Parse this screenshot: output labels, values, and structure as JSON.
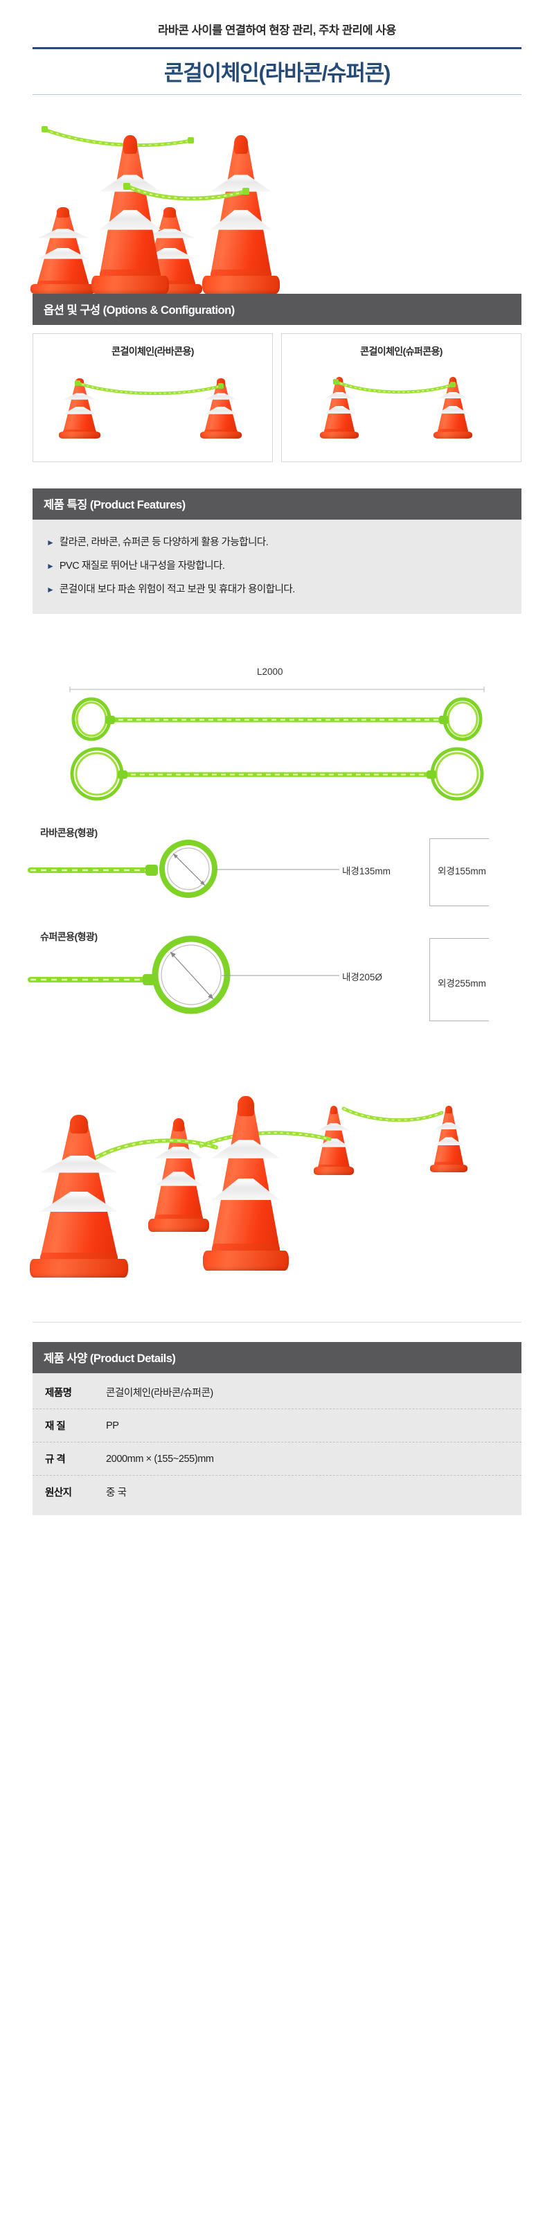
{
  "header": {
    "subtitle": "라바콘 사이를 연결하여 현장 관리, 주차 관리에 사용",
    "title": "콘걸이체인(라바콘/슈퍼콘)",
    "accent_color": "#254a75"
  },
  "sections": {
    "options_bar": "옵션 및 구성 (Options & Configuration)",
    "features_bar": "제품 특징 (Product Features)",
    "details_bar": "제품 사양 (Product Details)",
    "bar_color": "#58585a"
  },
  "options": {
    "items": [
      {
        "label": "콘걸이체인(라바콘용)"
      },
      {
        "label": "콘걸이체인(슈퍼콘용)"
      }
    ]
  },
  "features": {
    "bullet_color": "#2b4a78",
    "items": [
      "칼라콘, 라바콘, 슈퍼콘 등 다양하게 활용 가능합니다.",
      "PVC 재질로 뛰어난 내구성을 자랑합니다.",
      "콘걸이대 보다 파손 위험이 적고 보관 및 휴대가 용이합니다."
    ]
  },
  "diagram": {
    "length_label": "L2000",
    "chain_color": "#8ddd2b",
    "variants": [
      {
        "name": "라바콘용(형광)",
        "inner_diameter": "내경135mm",
        "outer_diameter": "외경155mm"
      },
      {
        "name": "슈퍼콘용(형광)",
        "inner_diameter": "내경205Ø",
        "outer_diameter": "외경255mm"
      }
    ]
  },
  "spec_table": {
    "rows": [
      {
        "key": "제품명",
        "value": "콘걸이체인(라바콘/슈퍼콘)"
      },
      {
        "key": "재 질",
        "value": "PP"
      },
      {
        "key": "규 격",
        "value": "2000mm × (155~255)mm"
      },
      {
        "key": "원산지",
        "value": "중 국"
      }
    ]
  }
}
